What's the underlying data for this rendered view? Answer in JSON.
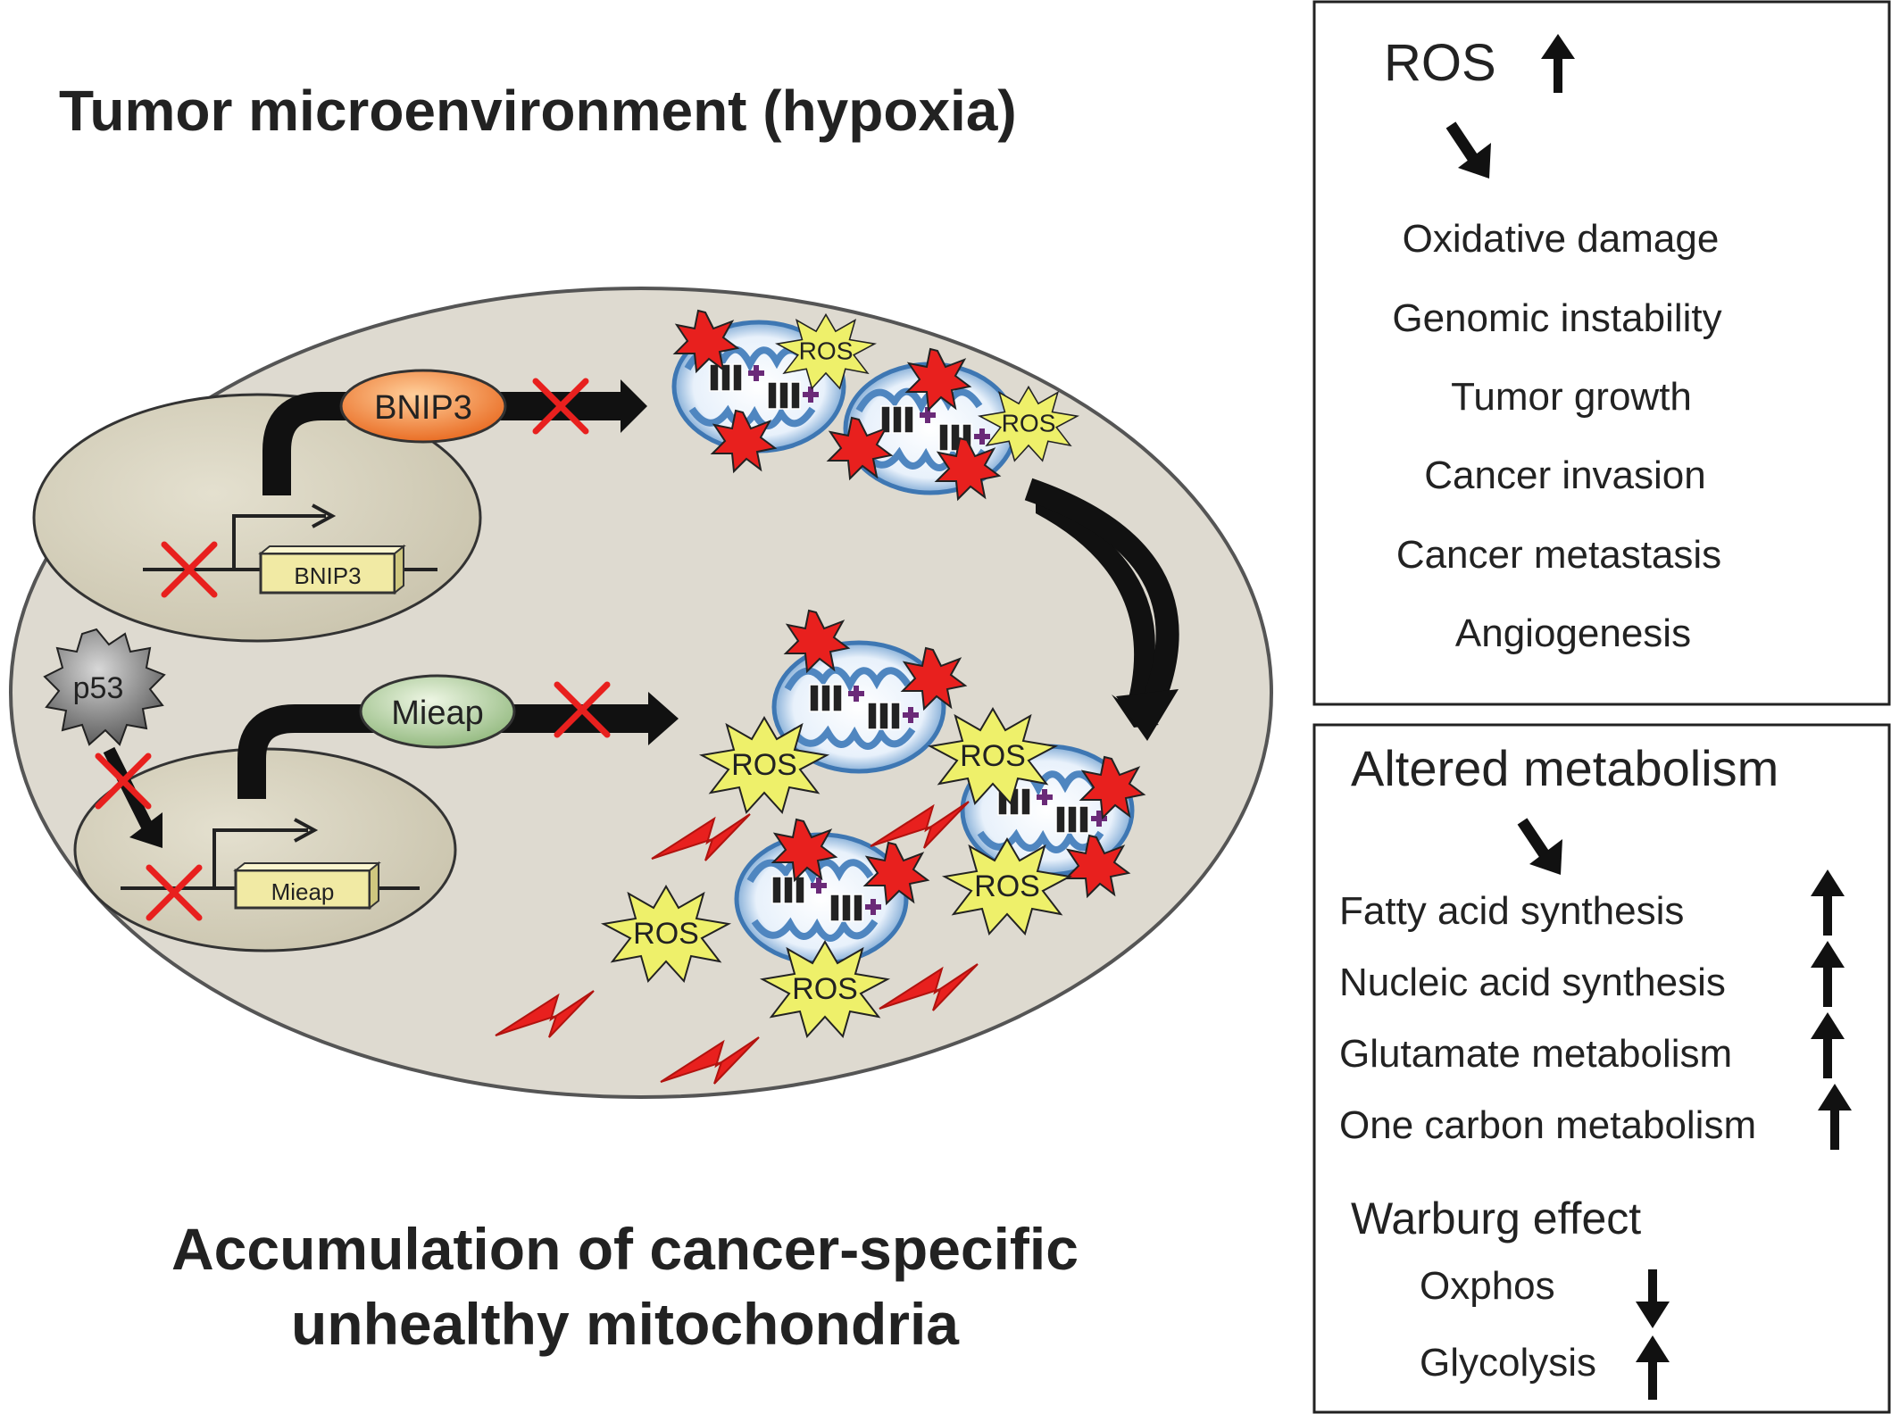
{
  "main_title": "Tumor microenvironment (hypoxia)",
  "bottom_caption": {
    "line1": "Accumulation of cancer-specific",
    "line2": "unhealthy mitochondria"
  },
  "cell": {
    "bnip3_protein": "BNIP3",
    "bnip3_gene": "BNIP3",
    "mieap_protein": "Mieap",
    "mieap_gene": "Mieap",
    "p53": "p53",
    "ros_label": "ROS"
  },
  "ros_panel": {
    "header": "ROS",
    "items": [
      "Oxidative damage",
      "Genomic instability",
      "Tumor growth",
      "Cancer invasion",
      "Cancer metastasis",
      "Angiogenesis"
    ]
  },
  "metabolism_panel": {
    "header": "Altered metabolism",
    "items": [
      "Fatty acid synthesis",
      "Nucleic acid synthesis",
      "Glutamate metabolism",
      "One carbon metabolism"
    ],
    "warburg": {
      "header": "Warburg effect",
      "oxphos": "Oxphos",
      "glycolysis": "Glycolysis"
    }
  },
  "colors": {
    "cell_fill": "#dedad0",
    "nucleus_fill": "#d6d1bf",
    "bnip3_orange": "#ef7d2a",
    "mieap_green": "#b9d4a4",
    "gene_box": "#f1eaa4",
    "ros_yellow": "#eef06a",
    "damage_red": "#e8201e",
    "mito_blue": "#5d93c9"
  }
}
